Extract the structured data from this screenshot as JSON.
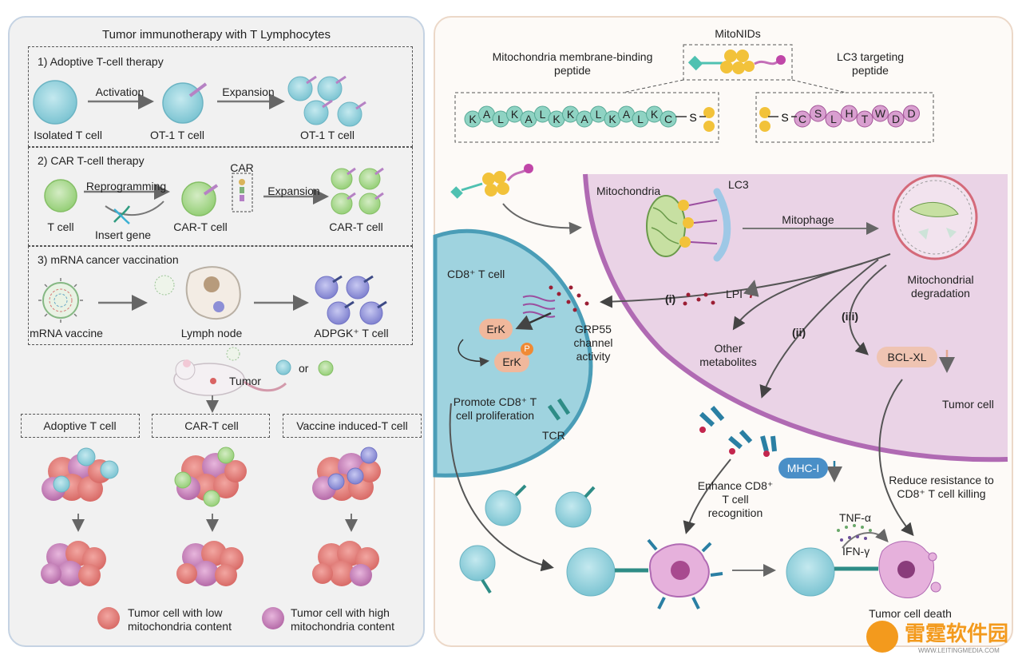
{
  "left": {
    "title": "Tumor immunotherapy with T Lymphocytes",
    "adoptive": {
      "heading": "1) Adoptive T-cell therapy",
      "activation": "Activation",
      "expansion": "Expansion",
      "isolated": "Isolated T cell",
      "ot1": "OT-1 T cell",
      "ot1b": "OT-1 T cell"
    },
    "car": {
      "heading": "2) CAR T-cell therapy",
      "car_label": "CAR",
      "reprogramming": "Reprogramming",
      "expansion": "Expansion",
      "tcell": "T cell",
      "insert": "Insert gene",
      "cart": "CAR-T cell",
      "cartb": "CAR-T cell"
    },
    "mrna": {
      "heading": "3) mRNA cancer vaccination",
      "vaccine": "mRNA vaccine",
      "lymph": "Lymph node",
      "adpgk": "ADPGK⁺ T cell"
    },
    "tumor": "Tumor",
    "or": "or",
    "groups": [
      "Adoptive T cell",
      "CAR-T cell",
      "Vaccine induced-T cell"
    ],
    "legend_low": "Tumor cell with low mitochondria content",
    "legend_high": "Tumor cell with high mitochondria content"
  },
  "right": {
    "mitonids": "MitoNIDs",
    "mem_peptide": "Mitochondria membrane-binding peptide",
    "lc3_peptide": "LC3 targeting peptide",
    "seq_left": [
      "K",
      "A",
      "L",
      "K",
      "A",
      "L",
      "K",
      "K",
      "A",
      "L",
      "K",
      "A",
      "L",
      "K",
      "C"
    ],
    "seq_right": [
      "C",
      "S",
      "L",
      "H",
      "T",
      "W",
      "D",
      "D"
    ],
    "s_label": "S",
    "mitochondria": "Mitochondria",
    "lc3": "LC3",
    "mitophage": "Mitophage",
    "degradation": "Mitochondrial degradation",
    "cd8": "CD8⁺ T cell",
    "lpi": "LPI",
    "i": "(i)",
    "ii": "(ii)",
    "iii": "(iii)",
    "other": "Other metabolites",
    "bclxl": "BCL-XL",
    "tumor_cell": "Tumor cell",
    "erk": "ErK",
    "p": "P",
    "gpr55": "GRP55 channel activity",
    "promote": "Promote CD8⁺ T cell proliferation",
    "tcr": "TCR",
    "mhc": "MHC-I",
    "enhance": "Enhance CD8⁺ T cell recognition",
    "reduce": "Reduce resistance to CD8⁺ T cell killing",
    "tnf": "TNF-α",
    "ifn": "IFN-γ",
    "death": "Tumor cell death"
  },
  "watermark": {
    "cn": "雷霆软件园",
    "url": "WWW.LEITINGMEDIA.COM"
  },
  "colors": {
    "tcell": "#8fd0dc",
    "cart": "#a8d88e",
    "vaccine_t": "#8d8fd6",
    "membrane": "#b06ab3",
    "tumor_bg": "#ead3e6",
    "cd8_bg": "#9fd3df"
  }
}
